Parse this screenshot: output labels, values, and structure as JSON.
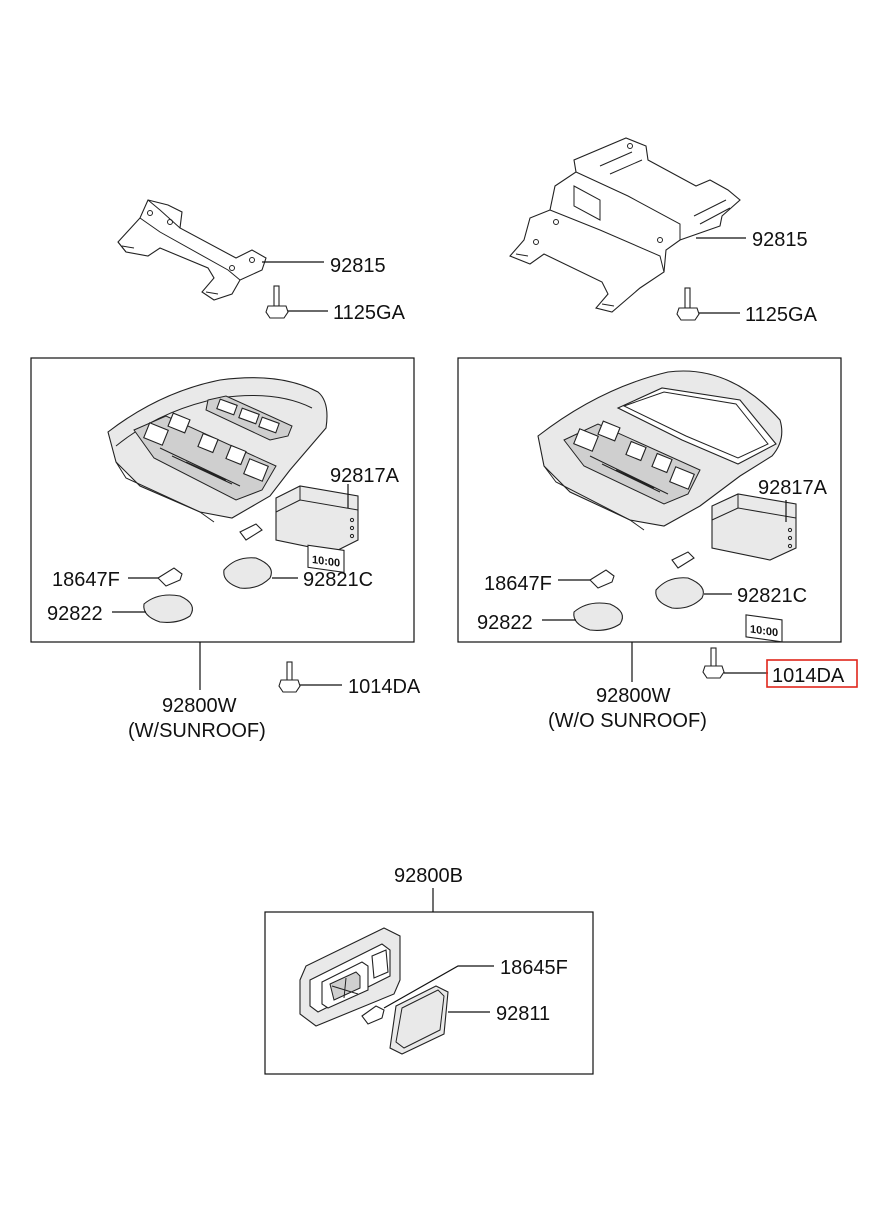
{
  "labels": {
    "bracket_left": "92815",
    "bolt_left": "1125GA",
    "bracket_right": "92815",
    "bolt_right": "1125GA",
    "lamp_left_92817A": "92817A",
    "bulb_left": "18647F",
    "lens_left_92821C": "92821C",
    "lens_left_92822": "92822",
    "console_left": "92800W",
    "console_left_note": "(W/SUNROOF)",
    "screw_left": "1014DA",
    "lamp_right_92817A": "92817A",
    "bulb_right": "18647F",
    "lens_right_92821C": "92821C",
    "lens_right_92822": "92822",
    "console_right": "92800W",
    "console_right_note": "(W/O SUNROOF)",
    "screw_right": "1014DA",
    "room_lamp": "92800B",
    "room_bulb": "18645F",
    "room_lens": "92811"
  },
  "clock_display": "10:00",
  "highlight_color": "#e0261c"
}
